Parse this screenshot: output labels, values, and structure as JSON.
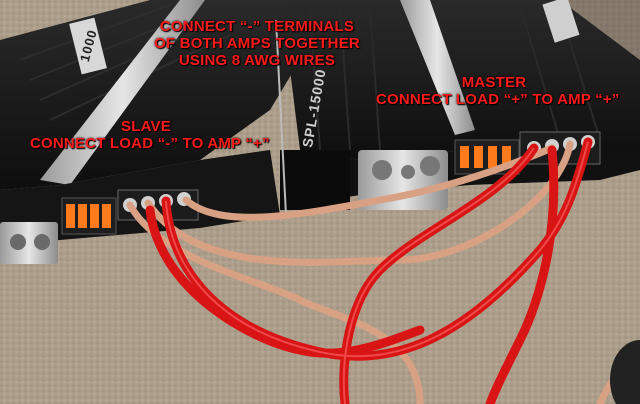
{
  "annotations": {
    "top": {
      "lines": [
        "CONNECT “-” TERMINALS",
        "OF BOTH AMPS TOGETHER",
        "USING 8 AWG WIRES"
      ]
    },
    "slave": {
      "title": "SLAVE",
      "instruction": "CONNECT LOAD “-” TO AMP “+”"
    },
    "master": {
      "title": "MASTER",
      "instruction": "CONNECT LOAD “+” TO AMP “+”"
    }
  },
  "amp_labels": {
    "left_model": "1000",
    "right_model": "SPL-15000"
  },
  "colors": {
    "annotation_text": "#ff1a1a",
    "carpet": "#b9ab98",
    "amp_body": "#141414",
    "red_wire": "#d81414",
    "clear_wire": "#d9a184",
    "fuse": "#ff7a1a",
    "brushed_metal": "#c8c8c8"
  }
}
